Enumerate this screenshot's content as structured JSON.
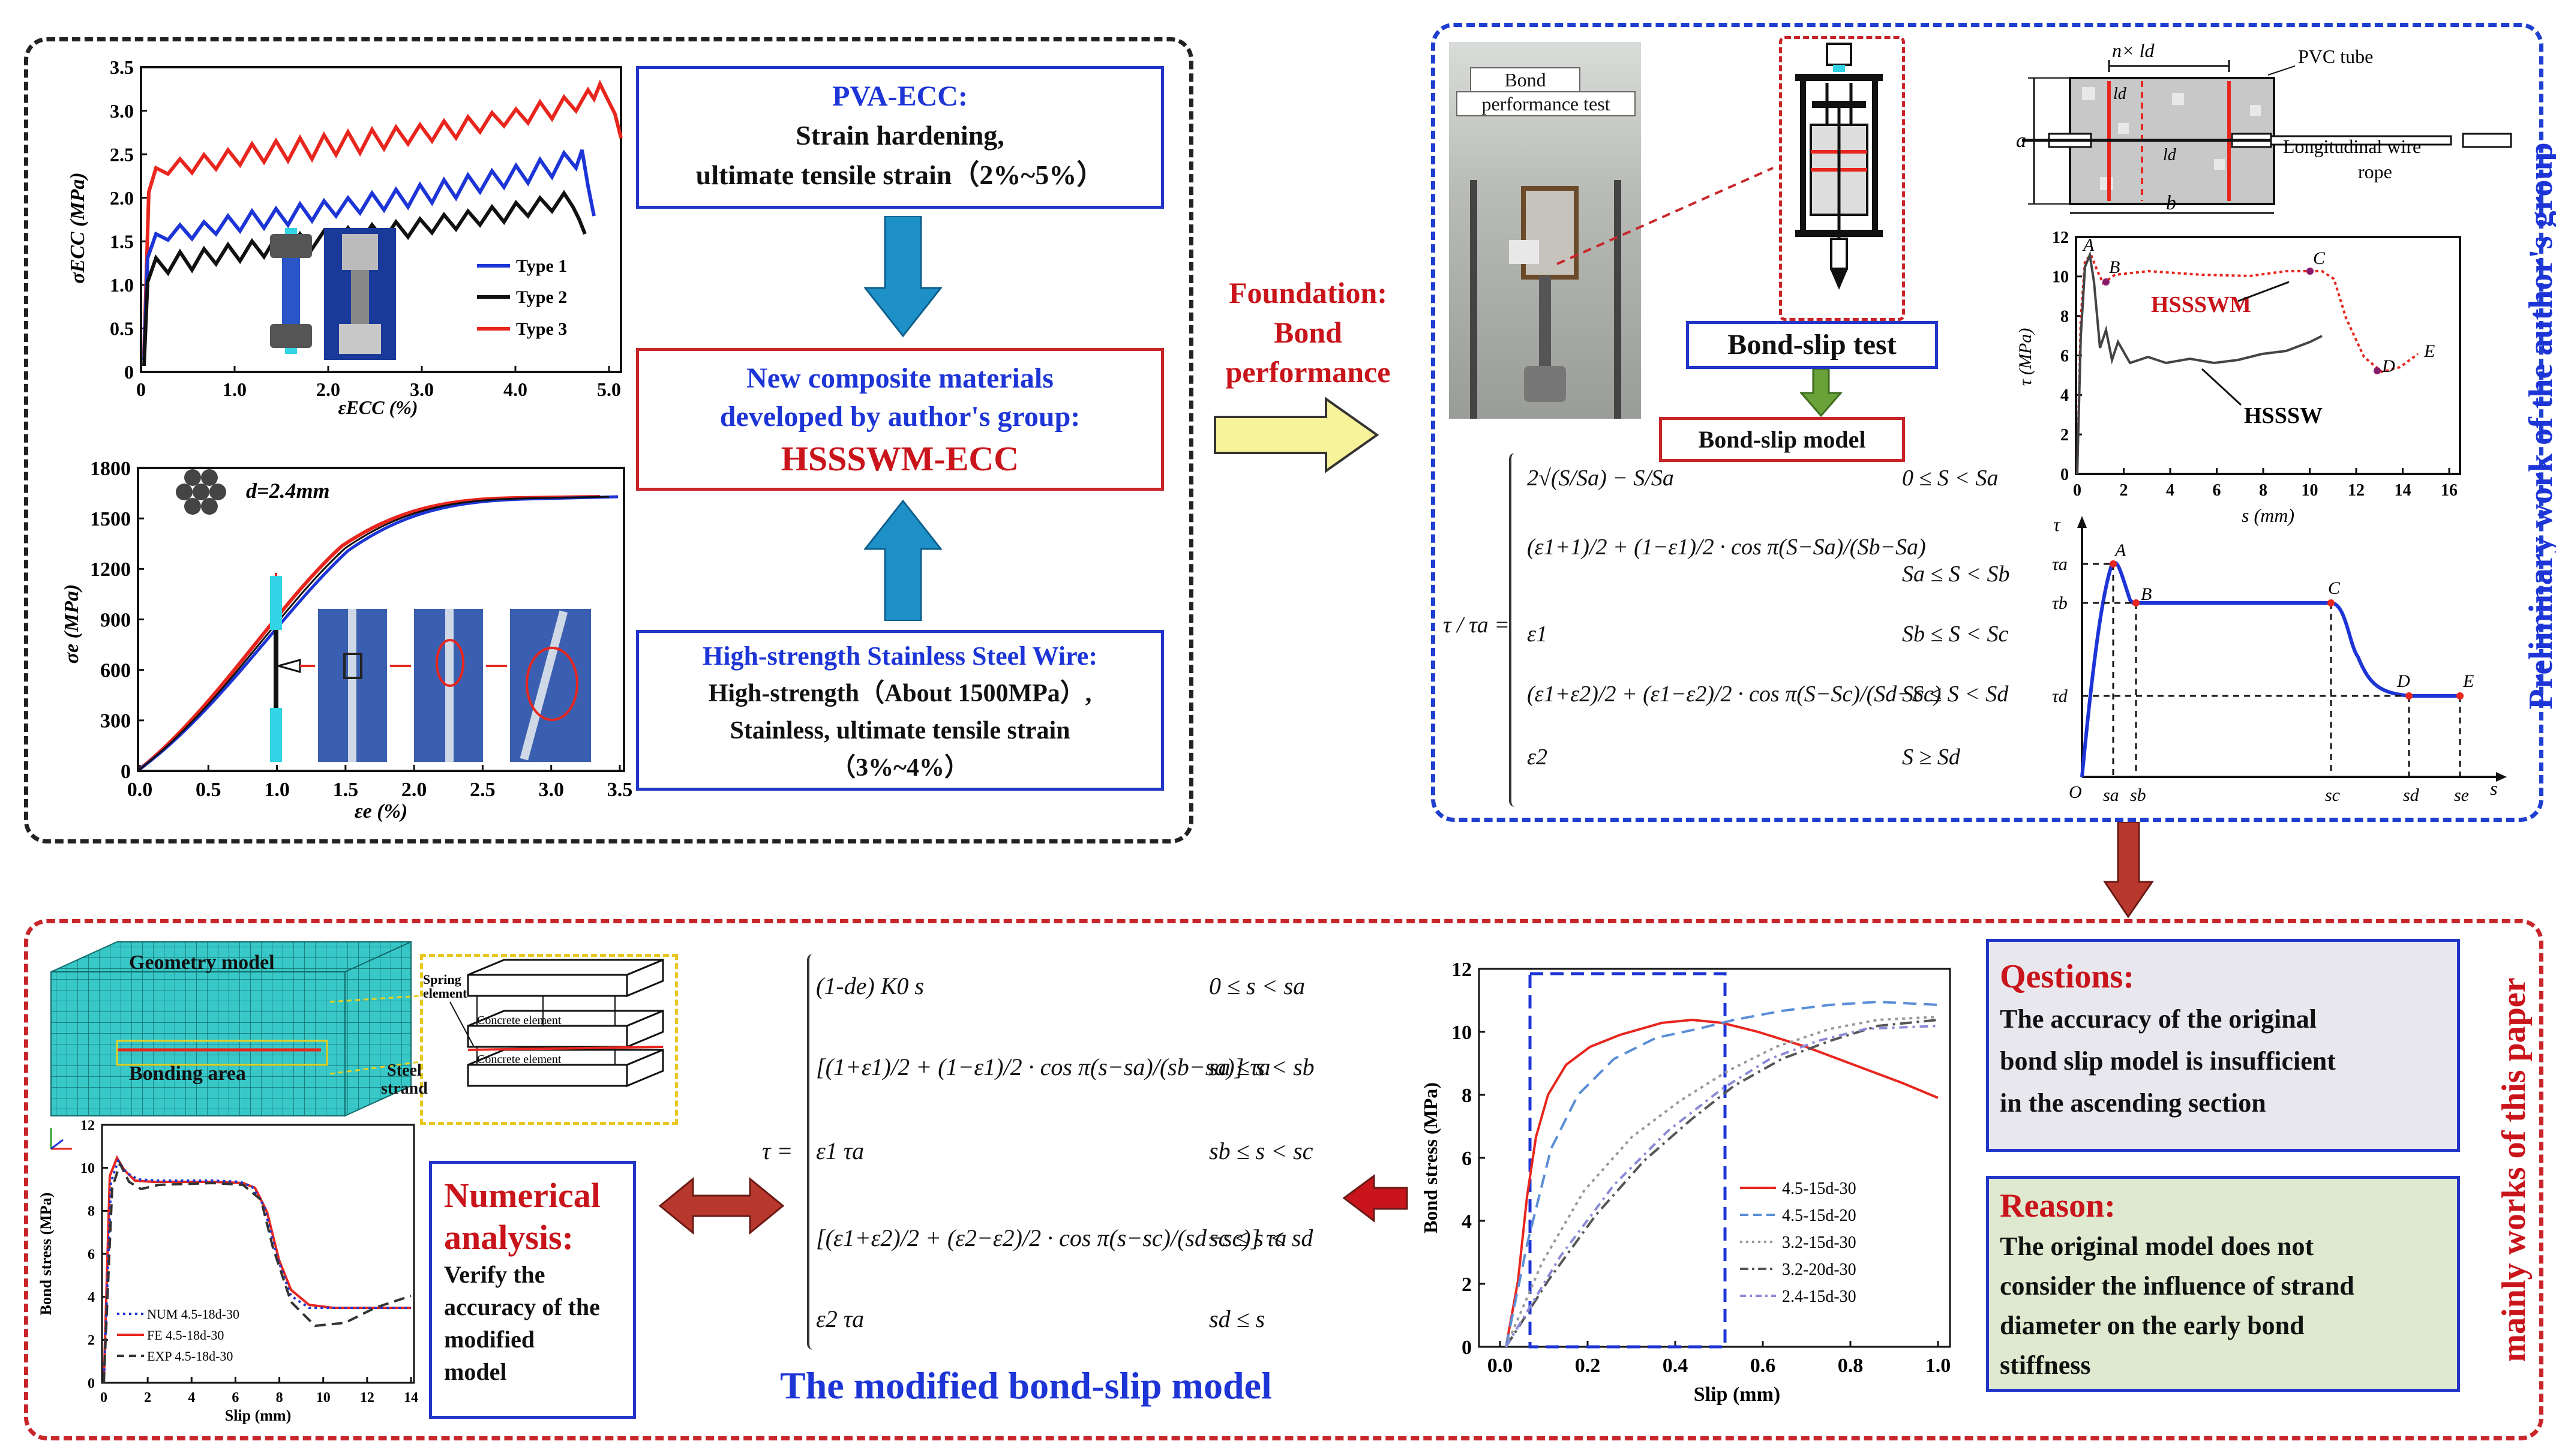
{
  "colors": {
    "blue": "#1d35d6",
    "red": "#c8141a",
    "black": "#111111",
    "green": "#6aa23a",
    "teal": "#1e90c8",
    "yellow": "#f7f39a",
    "mesh": "#38c8c8"
  },
  "ecc_chart": {
    "type": "line",
    "ylabel": "σECC (MPa)",
    "xlabel": "εECC (%)",
    "yticks": [
      "0",
      "0.5",
      "1.0",
      "1.5",
      "2.0",
      "2.5",
      "3.0",
      "3.5"
    ],
    "xticks": [
      "0",
      "1.0",
      "2.0",
      "3.0",
      "4.0",
      "5.0"
    ],
    "legend": [
      "Type 1",
      "Type 2",
      "Type 3"
    ]
  },
  "steel_chart": {
    "type": "line",
    "annotation": "d=2.4mm",
    "ylabel": "σe (MPa)",
    "xlabel": "εe (%)",
    "yticks": [
      "0",
      "300",
      "600",
      "900",
      "1200",
      "1500",
      "1800"
    ],
    "xticks": [
      "0.0",
      "0.5",
      "1.0",
      "1.5",
      "2.0",
      "2.5",
      "3.0",
      "3.5"
    ]
  },
  "pva": {
    "title": "PVA-ECC:",
    "line1": "Strain hardening,",
    "line2": "ultimate tensile strain（2%~5%）"
  },
  "composite": {
    "line1": "New composite materials",
    "line2": "developed by author's group:",
    "name": "HSSSWM-ECC"
  },
  "steelwire": {
    "title": "High-strength Stainless Steel Wire:",
    "line1": "High-strength（About 1500MPa）,",
    "line2": "Stainless, ultimate tensile strain",
    "line3": "（3%~4%）"
  },
  "foundation": {
    "line1": "Foundation:",
    "line2": "Bond",
    "line3": "performance"
  },
  "bond_test": {
    "photo_label_1": "Bond",
    "photo_label_2": "performance test",
    "test_label": "Bond-slip test",
    "model_label": "Bond-slip model"
  },
  "specimen": {
    "pvc": "PVC tube",
    "wire_1": "Longitudinal wire",
    "wire_2": "rope",
    "a": "a",
    "b": "b",
    "n_ld": "n× ld",
    "ld": "ld",
    "ld2": "ld"
  },
  "bond_chart_top": {
    "type": "line",
    "ylabel": "τ (MPa)",
    "xlabel": "s (mm)",
    "yticks": [
      "0",
      "2",
      "4",
      "6",
      "8",
      "10",
      "12"
    ],
    "xticks": [
      "0",
      "2",
      "4",
      "6",
      "8",
      "10",
      "12",
      "14",
      "16"
    ],
    "points": [
      "A",
      "B",
      "C",
      "D",
      "E"
    ],
    "series": [
      "HSSSWM",
      "HSSSW"
    ]
  },
  "model_curve": {
    "ylabel": "τ",
    "xlabel": "s",
    "origin": "O",
    "ta": "τa",
    "tb": "τb",
    "td": "τd",
    "sa": "sa",
    "sb": "sb",
    "sc": "sc",
    "sd": "sd",
    "se": "se",
    "A": "A",
    "B": "B",
    "C": "C",
    "D": "D",
    "E": "E"
  },
  "orig_eq": {
    "lhs": "τ / τa =",
    "rows": [
      {
        "expr": "2√(S/Sa) − S/Sa",
        "cond": "0 ≤ S < Sa"
      },
      {
        "expr": "(ε1+1)/2 + (1−ε1)/2 · cos π(S−Sa)/(Sb−Sa)",
        "cond": "Sa ≤ S < Sb"
      },
      {
        "expr": "ε1",
        "cond": "Sb ≤ S < Sc"
      },
      {
        "expr": "(ε1+ε2)/2 + (ε1−ε2)/2 · cos π(S−Sc)/(Sd−Sc)",
        "cond": "Sc ≤ S < Sd"
      },
      {
        "expr": "ε2",
        "cond": "S ≥ Sd"
      }
    ]
  },
  "side_blue": "Preliminary work of the author's group",
  "side_red": "mainly works of this paper",
  "fe": {
    "geometry": "Geometry model",
    "bonding": "Bonding area",
    "spring": "Spring",
    "element": "element",
    "concrete1": "Concrete element",
    "concrete2": "Concrete element",
    "steel1": "Steel",
    "steel2": "strand"
  },
  "fe_chart": {
    "type": "line",
    "ylabel": "Bond stress (MPa)",
    "xlabel": "Slip (mm)",
    "yticks": [
      "0",
      "2",
      "4",
      "6",
      "8",
      "10",
      "12"
    ],
    "xticks": [
      "0",
      "2",
      "4",
      "6",
      "8",
      "10",
      "12",
      "14"
    ],
    "legend": [
      "NUM 4.5-18d-30",
      "FE 4.5-18d-30",
      "EXP 4.5-18d-30"
    ]
  },
  "numerical": {
    "title1": "Numerical",
    "title2": "analysis:",
    "l1": "Verify the",
    "l2": "accuracy of the",
    "l3": "modified",
    "l4": "model"
  },
  "mod_eq": {
    "lhs": "τ =",
    "rows": [
      {
        "expr": "(1-de) K0 s",
        "cond": "0 ≤ s < sa"
      },
      {
        "expr": "[(1+ε1)/2 + (1−ε1)/2 · cos π(s−sa)/(sb−sa)] τa",
        "cond": "sa ≤ s < sb"
      },
      {
        "expr": "ε1 τa",
        "cond": "sb ≤ s < sc"
      },
      {
        "expr": "[(ε1+ε2)/2 + (ε2−ε2)/2 · cos π(s−sc)/(sd−sc)] τa",
        "cond": "sc ≤ s < sd"
      },
      {
        "expr": "ε2 τa",
        "cond": "sd ≤ s"
      }
    ],
    "title": "The modified bond-slip model"
  },
  "slip_chart": {
    "type": "line",
    "ylabel": "Bond stress (MPa)",
    "xlabel": "Slip (mm)",
    "yticks": [
      "0",
      "2",
      "4",
      "6",
      "8",
      "10",
      "12"
    ],
    "xticks": [
      "0.0",
      "0.2",
      "0.4",
      "0.6",
      "0.8",
      "1.0"
    ],
    "legend": [
      "4.5-15d-30",
      "4.5-15d-20",
      "3.2-15d-30",
      "3.2-20d-30",
      "2.4-15d-30"
    ]
  },
  "questions": {
    "title": "Qestions:",
    "l1": "The accuracy of the original",
    "l2": "bond slip model is insufficient",
    "l3": "in the ascending section"
  },
  "reason": {
    "title": "Reason:",
    "l1": "The original model does not",
    "l2": "consider the influence of strand",
    "l3": "diameter on the early bond",
    "l4": "stiffness"
  }
}
